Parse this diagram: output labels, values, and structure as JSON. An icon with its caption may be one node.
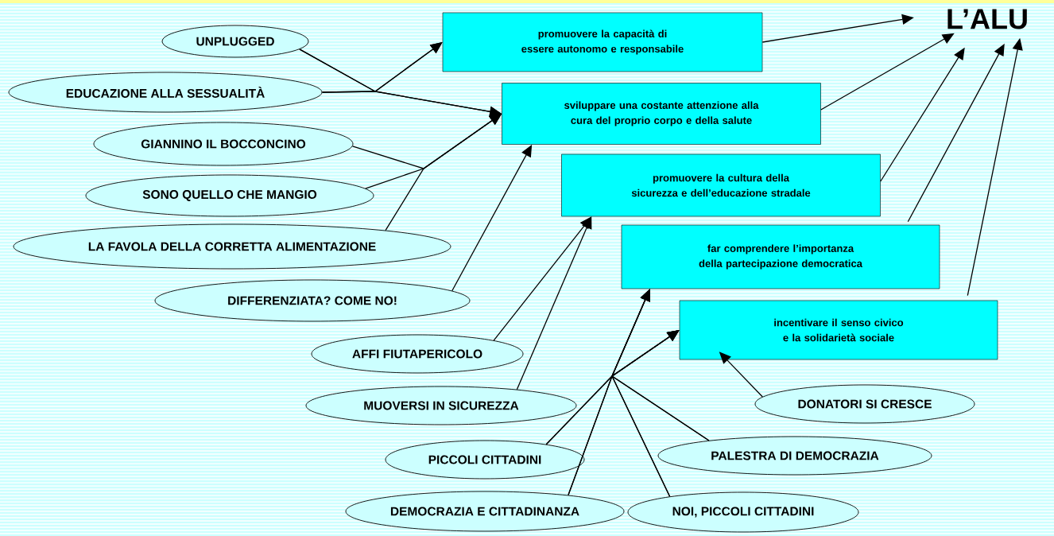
{
  "diagram": {
    "nodes": [
      {
        "text": [
          "L’ALU"
        ]
      },
      {
        "text": [
          "promuovere la capacità di essere autonomo e responsabile"
        ]
      },
      {
        "text": [
          "sviluppare una costante attenzione alla cura del proprio corpo e della salute"
        ]
      },
      {
        "text": [
          "promuovere la cultura della sicurezza e dell’educazione stradale"
        ]
      },
      {
        "text": [
          "far comprendere l’importanza della partecipazione democratica"
        ]
      },
      {
        "text": [
          "incentivare il senso civico e la solidarietà sociale"
        ]
      },
      {
        "text": [
          "UNPLUGGED"
        ]
      },
      {
        "text": [
          "EDUCAZIONE ALLA SESSUALITÀ"
        ]
      },
      {
        "text": [
          "GIANNINO IL BOCCONCINO"
        ]
      },
      {
        "text": [
          "SONO QUELLO CHE MANGIO"
        ]
      },
      {
        "text": [
          "LA FAVOLA DELLA CORRETTA ALIMENTAZIONE"
        ]
      },
      {
        "text": [
          "DIFFERENZIATA? COME NO!"
        ]
      },
      {
        "text": [
          "AFFI FIUTAPERICOLO"
        ]
      },
      {
        "text": [
          "MUOVERSI IN SICUREZZA"
        ]
      },
      {
        "text": [
          "PICCOLI CITTADINI"
        ]
      },
      {
        "text": [
          "PALESTRA DI DEMOCRAZIA"
        ]
      },
      {
        "text": [
          "DONATORI SI CRESCE"
        ]
      },
      {
        "text": [
          "DEMOCRAZIA E CITTADINANZA"
        ]
      },
      {
        "text": [
          "NOI, PICCOLI CITTADINI"
        ]
      }
    ],
    "edges": [
      {
        "from": 6,
        "to": 1,
        "arrow": "to"
      },
      {
        "from": 6,
        "to": 2,
        "arrow": "to"
      },
      {
        "from": 7,
        "to": 1,
        "arrow": "to"
      },
      {
        "from": 7,
        "to": 2,
        "arrow": "to"
      },
      {
        "from": 8,
        "to": 2,
        "arrow": "to"
      },
      {
        "from": 9,
        "to": 2,
        "arrow": "to"
      },
      {
        "from": 10,
        "to": 2,
        "arrow": "to"
      },
      {
        "from": 11,
        "to": 2,
        "arrow": "to"
      },
      {
        "from": 12,
        "to": 3,
        "arrow": "to"
      },
      {
        "from": 13,
        "to": 3,
        "arrow": "to"
      },
      {
        "from": 14,
        "to": 4,
        "arrow": "to"
      },
      {
        "from": 14,
        "to": 5,
        "arrow": "to"
      },
      {
        "from": 17,
        "to": 4,
        "arrow": "to"
      },
      {
        "from": 17,
        "to": 5,
        "arrow": "to"
      },
      {
        "from": 18,
        "to": 4,
        "arrow": "to"
      },
      {
        "from": 18,
        "to": 5,
        "arrow": "to"
      },
      {
        "from": 15,
        "to": 4,
        "arrow": "to"
      },
      {
        "from": 15,
        "to": 5,
        "arrow": "to"
      },
      {
        "from": 16,
        "to": 5,
        "arrow": "to"
      },
      {
        "from": 1,
        "to": 0,
        "arrow": "to"
      },
      {
        "from": 2,
        "to": 0,
        "arrow": "to"
      },
      {
        "from": 3,
        "to": 0,
        "arrow": "to"
      },
      {
        "from": 4,
        "to": 0,
        "arrow": "to"
      },
      {
        "from": 5,
        "to": 0,
        "arrow": "to"
      }
    ]
  }
}
